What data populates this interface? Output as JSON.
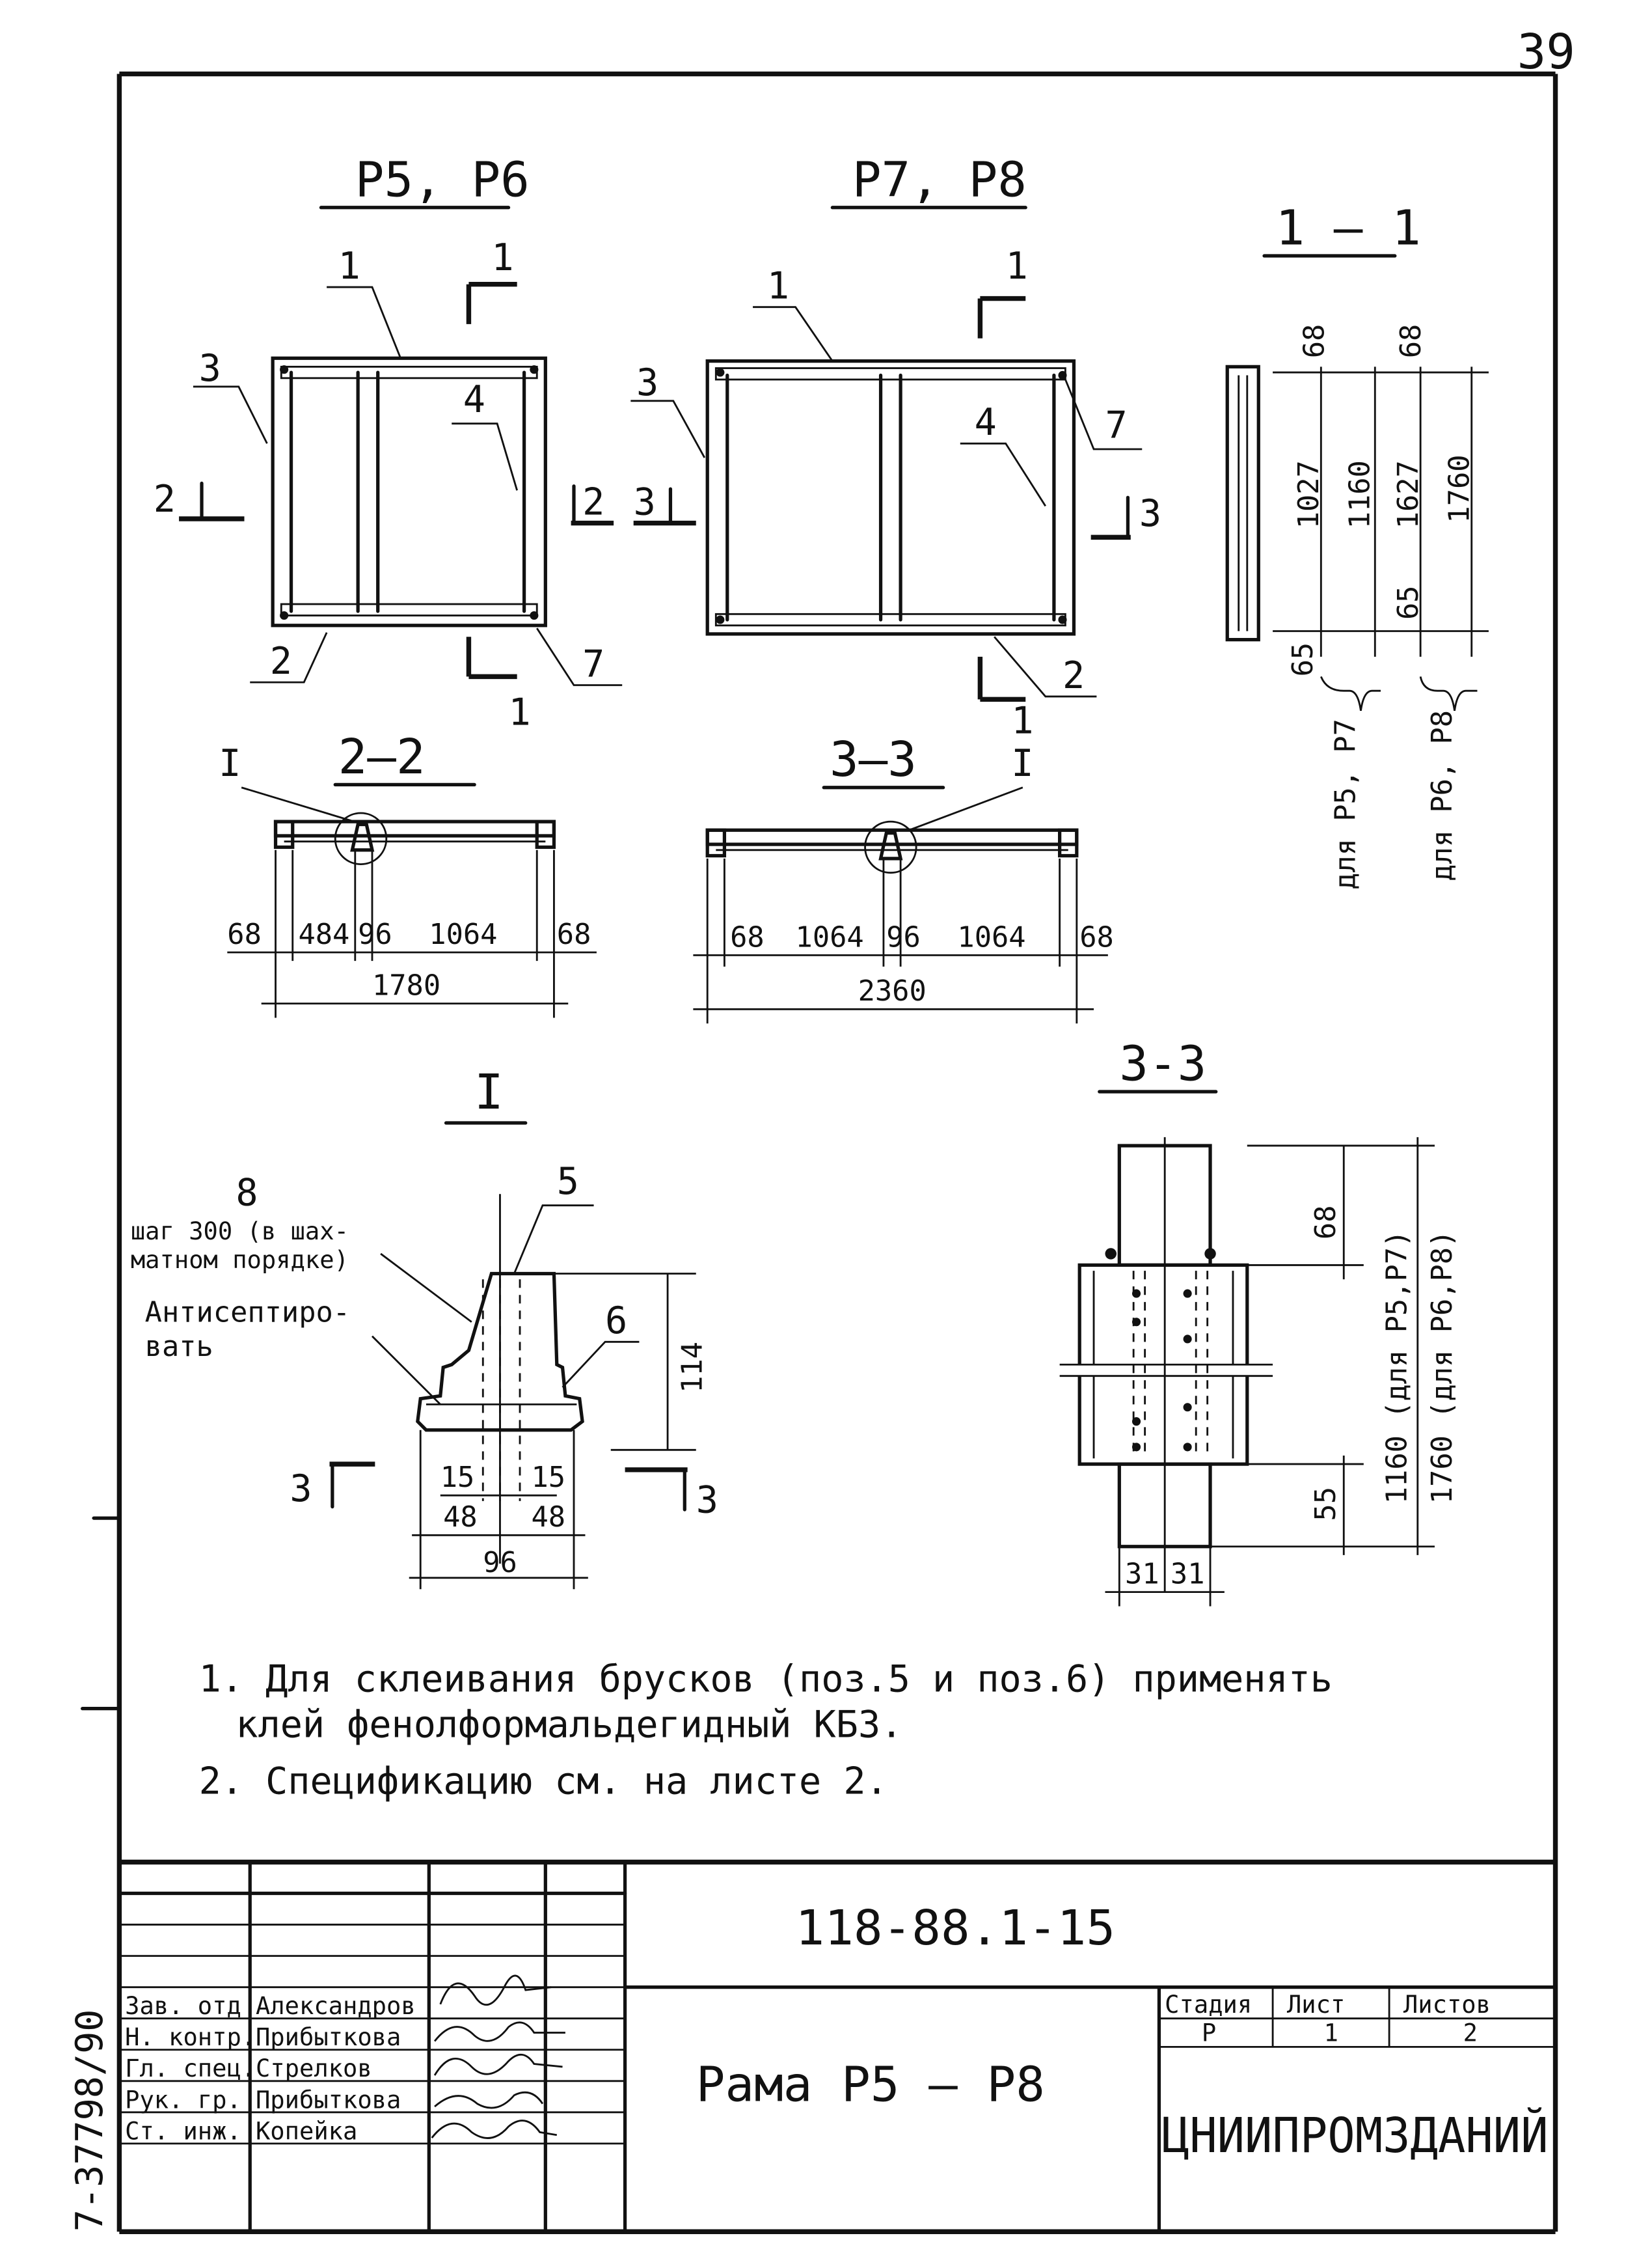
{
  "page_number": "39",
  "views": {
    "p5p6_title": "Р5, Р6",
    "p7p8_title": "Р7, Р8",
    "sec11_title": "1 – 1",
    "sec22_title": "2–2",
    "sec33a_title": "3–3",
    "detail1_title": "I",
    "sec33b_title": "3-3"
  },
  "markers": {
    "n1": "1",
    "n2": "2",
    "n3": "3",
    "n4": "4",
    "n5": "5",
    "n6": "6",
    "n7": "7",
    "n8": "8",
    "roman1": "I"
  },
  "dims": {
    "sec11": [
      "68",
      "68",
      "1027",
      "1160",
      "1627",
      "1760",
      "65",
      "65"
    ],
    "sec11_for_a": "для Р5, Р7",
    "sec11_for_b": "для Р6, Р8",
    "sec22": [
      "68",
      "484",
      "96",
      "1064",
      "68",
      "1780"
    ],
    "sec33a": [
      "68",
      "1064",
      "96",
      "1064",
      "68",
      "2360"
    ],
    "detail": [
      "114",
      "15",
      "15",
      "48",
      "48",
      "96"
    ],
    "sec33b": [
      "68",
      "55",
      "31",
      "31",
      "1160 (для Р5,Р7)",
      "1760 (для Р6,Р8)"
    ]
  },
  "detail_notes": {
    "step_line1": "шаг 300 (в шах-",
    "step_line2": "матном порядке)",
    "antiseptic_line1": "Антисептиро-",
    "antiseptic_line2": "вать"
  },
  "notes": {
    "n1_line1": "1. Для склеивания брусков (поз.5 и поз.6) применять",
    "n1_line2": "клей фенолформальдегидный КБ3.",
    "n2": "2. Спецификацию см. на листе 2."
  },
  "title_block": {
    "doc_code": "118-88.1-15",
    "title": "Рама Р5 – Р8",
    "archive_no": "7-37798/90",
    "stage_label": "Стадия",
    "sheet_label": "Лист",
    "sheets_label": "Листов",
    "stage": "Р",
    "sheet": "1",
    "sheets": "2",
    "org": "ЦНИИПРОМЗДАНИЙ",
    "roles": [
      {
        "role": "Зав. отд",
        "name": "Александров"
      },
      {
        "role": "Н. контр.",
        "name": "Прибыткова"
      },
      {
        "role": "Гл. спец.",
        "name": "Стрелков"
      },
      {
        "role": "Рук. гр.",
        "name": "Прибыткова"
      },
      {
        "role": "Ст. инж.",
        "name": "Копейка"
      }
    ]
  }
}
